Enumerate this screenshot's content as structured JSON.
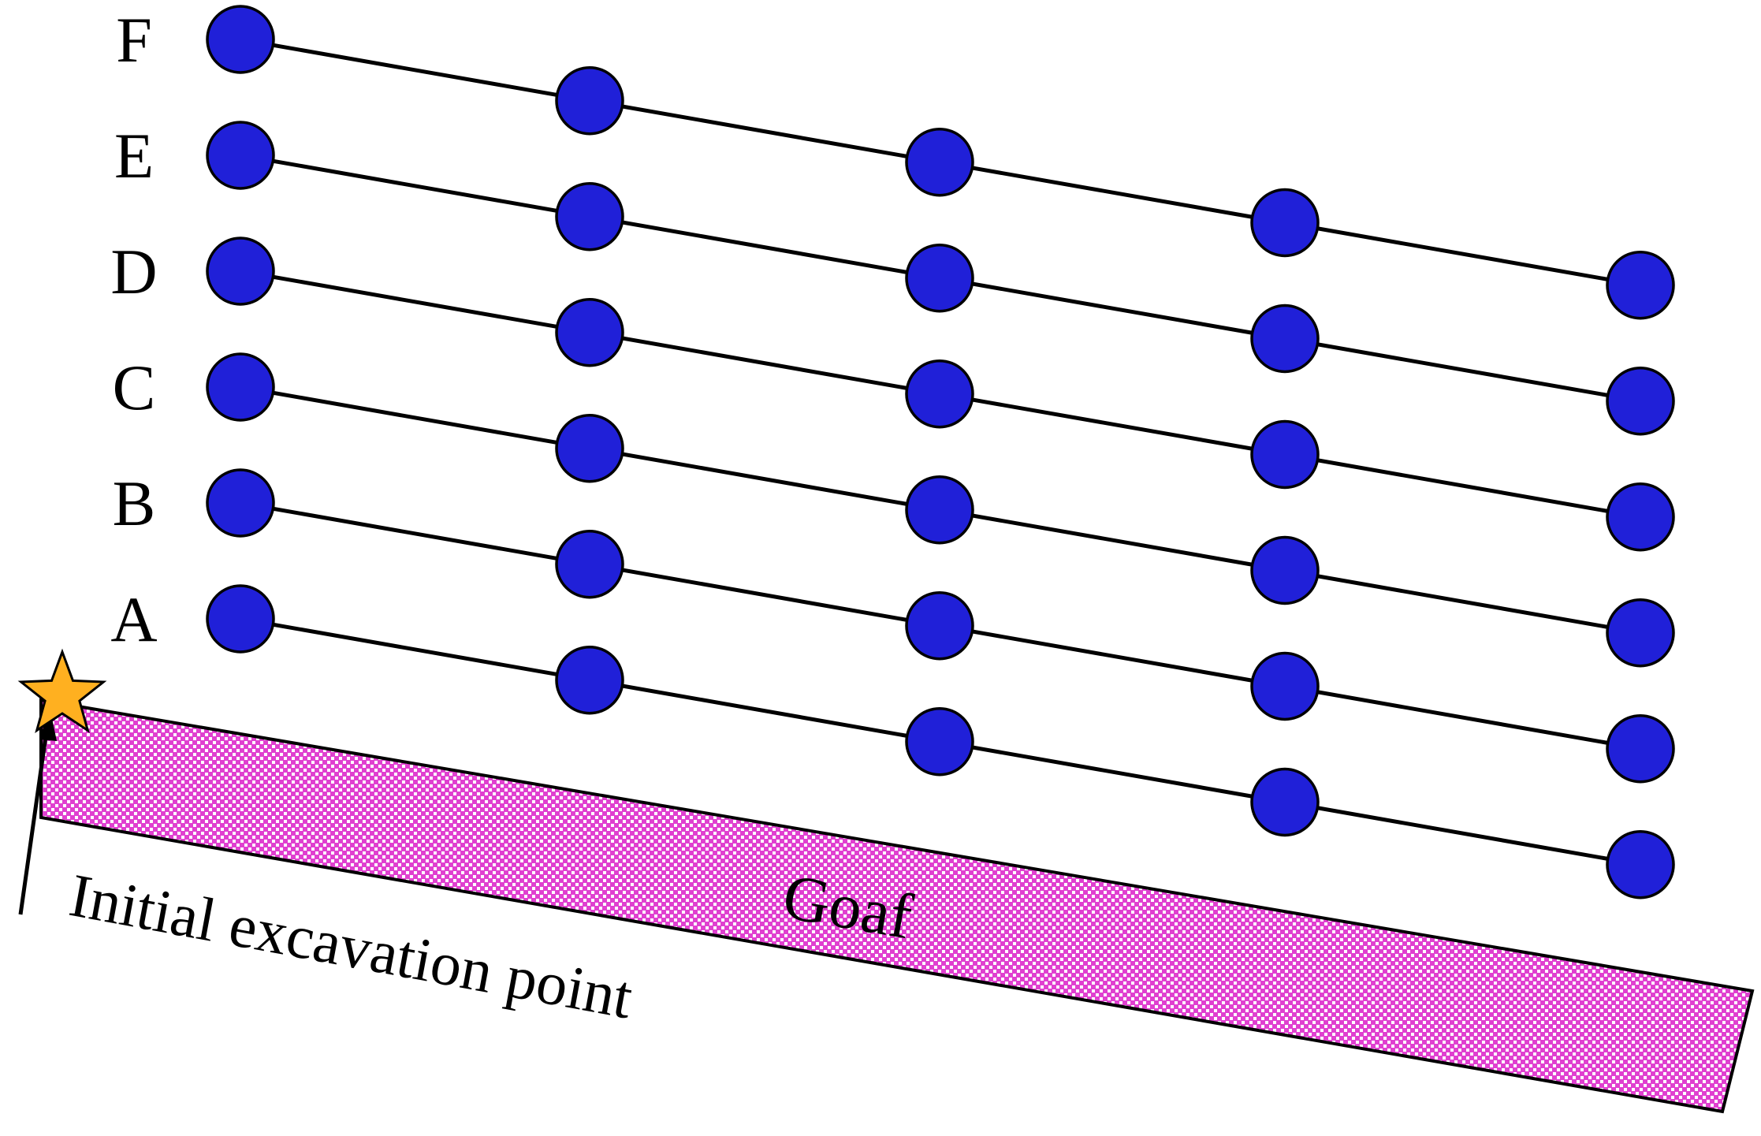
{
  "diagram": {
    "rows": [
      {
        "label": "A",
        "point_count": 5
      },
      {
        "label": "B",
        "point_count": 5
      },
      {
        "label": "C",
        "point_count": 5
      },
      {
        "label": "D",
        "point_count": 5
      },
      {
        "label": "E",
        "point_count": 5
      },
      {
        "label": "F",
        "point_count": 5
      }
    ],
    "goaf_label": "Goaf",
    "excavation_label": "Initial excavation point",
    "colors": {
      "node_fill": "#2020d8",
      "goaf_fill": "#e040d0",
      "goaf_dots": "#ffffff",
      "star_fill": "#ffb020",
      "line": "#000000"
    }
  }
}
